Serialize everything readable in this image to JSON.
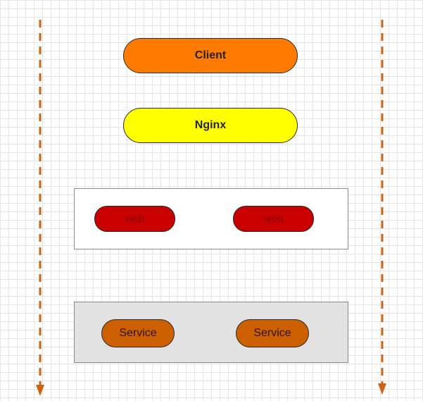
{
  "diagram": {
    "nodes": {
      "client": {
        "label": "Client",
        "color": "#ff7a00"
      },
      "nginx": {
        "label": "Nginx",
        "color": "#ffff00"
      },
      "web_1": {
        "label": "web",
        "color": "#c80000"
      },
      "web_2": {
        "label": "web",
        "color": "#c80000"
      },
      "service_1": {
        "label": "Service",
        "color": "#cc6000"
      },
      "service_2": {
        "label": "Service",
        "color": "#cc6000"
      }
    },
    "groups": {
      "web_tier": {
        "fill": "#ffffff"
      },
      "service_tier": {
        "fill": "#e2e2e2"
      }
    },
    "flow_arrows": {
      "color": "#c86414",
      "style": "dashed",
      "direction": "down"
    }
  }
}
